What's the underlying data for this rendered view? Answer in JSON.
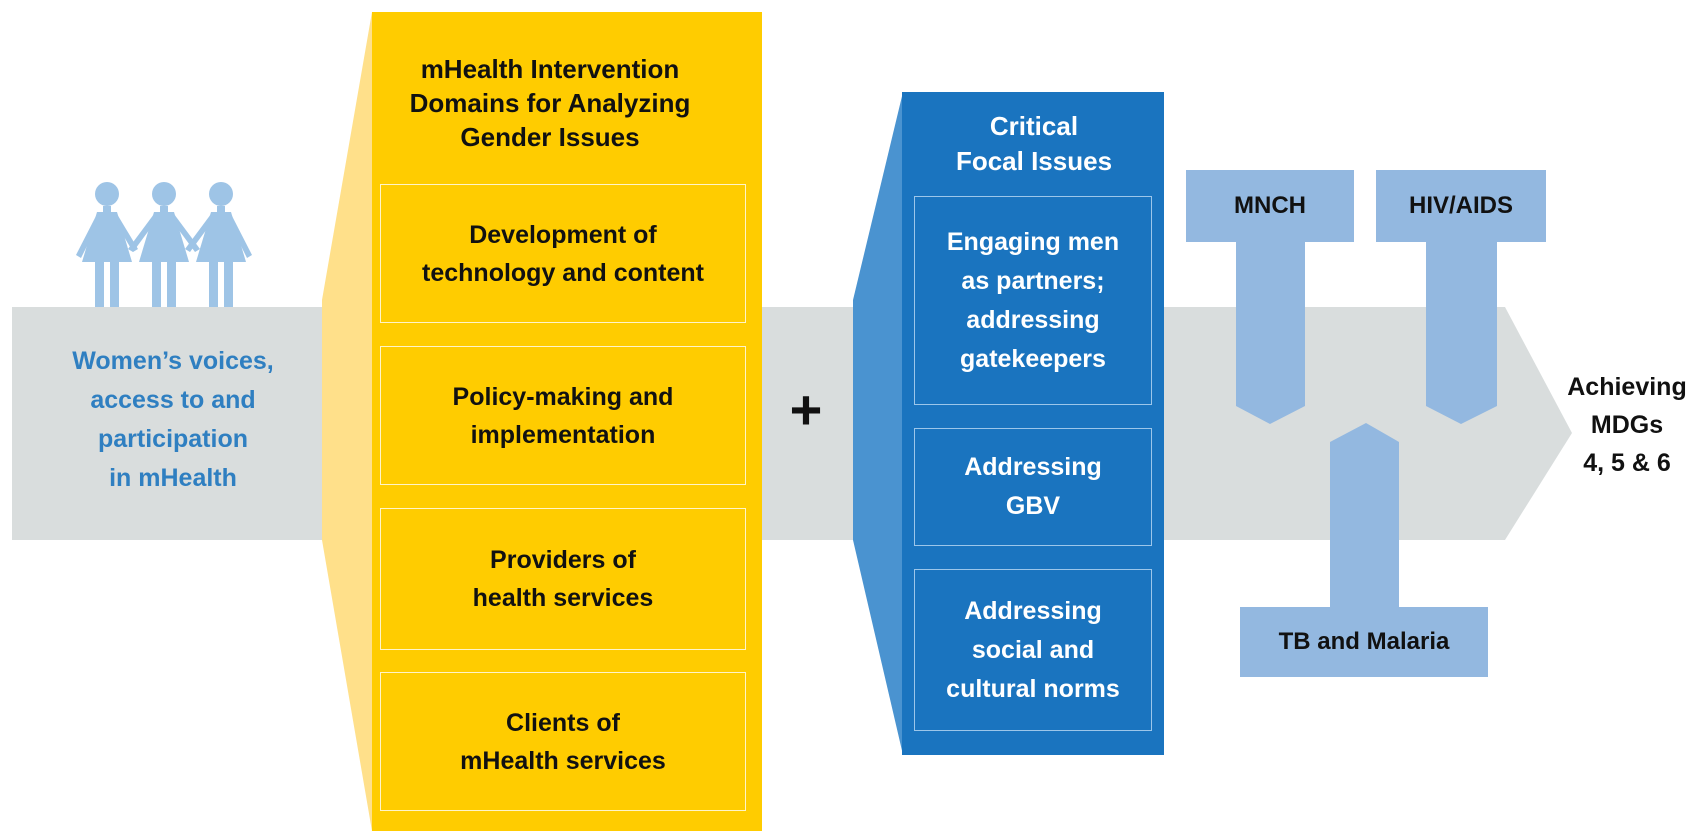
{
  "women": {
    "label": "Women’s voices,\naccess to and\nparticipation\nin mHealth"
  },
  "domains": {
    "title": "mHealth Intervention\nDomains for Analyzing\nGender Issues",
    "items": [
      "Development of\ntechnology and content",
      "Policy-making and\nimplementation",
      "Providers of\nhealth services",
      "Clients of\nmHealth services"
    ]
  },
  "plus_sign": "+",
  "focal": {
    "title": "Critical\nFocal Issues",
    "items": [
      "Engaging men\nas partners;\naddressing\ngatekeepers",
      "Addressing\nGBV",
      "Addressing\nsocial and\ncultural norms"
    ]
  },
  "health_areas": {
    "mnch": "MNCH",
    "hiv": "HIV/AIDS",
    "tb": "TB and Malaria"
  },
  "goal": "Achieving\nMDGs\n4, 5 & 6",
  "colors": {
    "band": "#d9dddd",
    "yellow": "#ffcc00",
    "yellow_light": "#ffe08a",
    "blue": "#1a74bf",
    "blue_light": "#4a93d0",
    "health_area": "#93b8e0",
    "figure": "#9ec4e6",
    "women_text": "#2f7fc1"
  }
}
